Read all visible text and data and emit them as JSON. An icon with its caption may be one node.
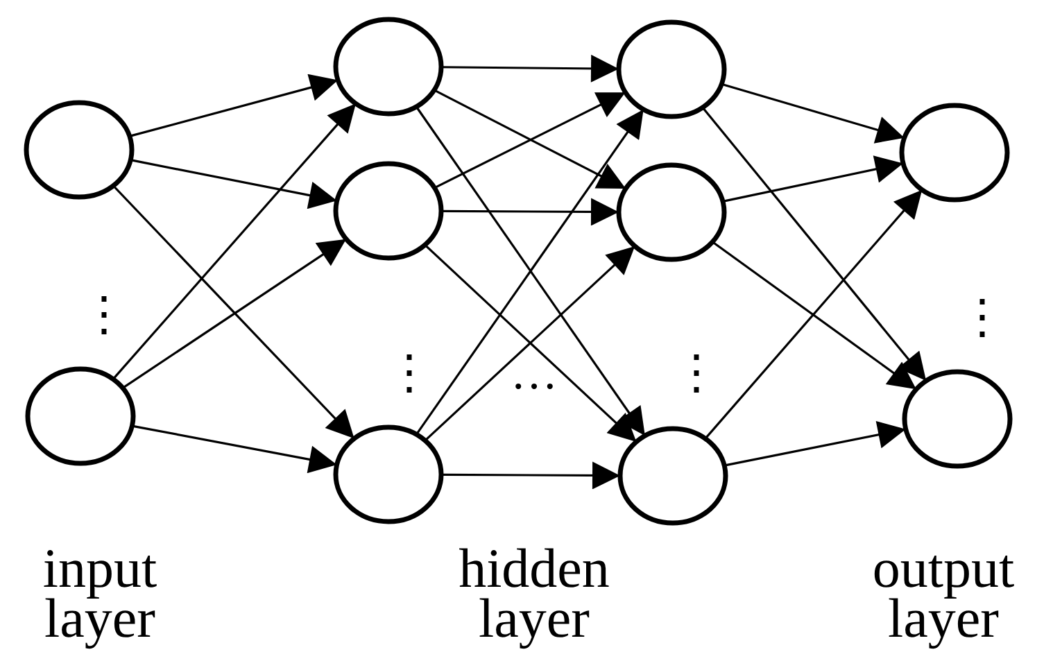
{
  "diagram": {
    "nodes": [
      {
        "text": [],
        "shape": "circle"
      },
      {
        "text": [],
        "shape": "circle"
      },
      {
        "text": [],
        "shape": "circle"
      },
      {
        "text": [],
        "shape": "circle"
      },
      {
        "text": [],
        "shape": "circle"
      },
      {
        "text": [],
        "shape": "circle"
      },
      {
        "text": [],
        "shape": "circle"
      },
      {
        "text": [],
        "shape": "circle"
      },
      {
        "text": [],
        "shape": "circle"
      },
      {
        "text": [],
        "shape": "circle"
      }
    ],
    "edges": [
      {
        "from": 0,
        "to": 2,
        "arrow": "to"
      },
      {
        "from": 0,
        "to": 3,
        "arrow": "to"
      },
      {
        "from": 0,
        "to": 4,
        "arrow": "to"
      },
      {
        "from": 1,
        "to": 2,
        "arrow": "to"
      },
      {
        "from": 1,
        "to": 3,
        "arrow": "to"
      },
      {
        "from": 1,
        "to": 4,
        "arrow": "to"
      },
      {
        "from": 2,
        "to": 5,
        "arrow": "to"
      },
      {
        "from": 2,
        "to": 6,
        "arrow": "to"
      },
      {
        "from": 2,
        "to": 7,
        "arrow": "to"
      },
      {
        "from": 3,
        "to": 5,
        "arrow": "to"
      },
      {
        "from": 3,
        "to": 6,
        "arrow": "to"
      },
      {
        "from": 3,
        "to": 7,
        "arrow": "to"
      },
      {
        "from": 4,
        "to": 5,
        "arrow": "to"
      },
      {
        "from": 4,
        "to": 6,
        "arrow": "to"
      },
      {
        "from": 4,
        "to": 7,
        "arrow": "to"
      },
      {
        "from": 5,
        "to": 8,
        "arrow": "to"
      },
      {
        "from": 5,
        "to": 9,
        "arrow": "to"
      },
      {
        "from": 6,
        "to": 8,
        "arrow": "to"
      },
      {
        "from": 6,
        "to": 9,
        "arrow": "to"
      },
      {
        "from": 7,
        "to": 8,
        "arrow": "to"
      },
      {
        "from": 7,
        "to": 9,
        "arrow": "to"
      }
    ],
    "labels": [
      "⋮",
      "⋮",
      "…",
      "⋮",
      "⋮",
      "input layer",
      "hidden layer",
      "output layer"
    ]
  }
}
